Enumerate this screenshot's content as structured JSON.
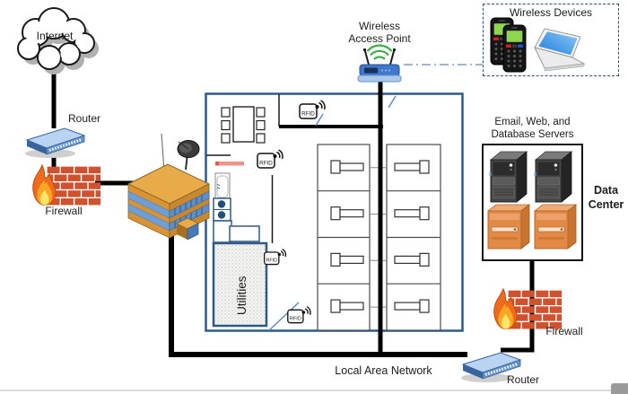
{
  "diagram": {
    "internet": {
      "label": "Internet"
    },
    "router_top": {
      "label": "Router"
    },
    "firewall_left": {
      "label": "Firewall"
    },
    "access_point": {
      "label_line1": "Wireless",
      "label_line2": "Access Point"
    },
    "wireless_devices": {
      "title": "Wireless Devices"
    },
    "data_center": {
      "caption_line1": "Email, Web, and",
      "caption_line2": "Database Servers",
      "label_line1": "Data",
      "label_line2": "Center"
    },
    "firewall_right": {
      "label": "Firewall"
    },
    "router_bottom": {
      "label": "Router"
    },
    "lan": {
      "label": "Local Area Network"
    },
    "floorplan": {
      "utilities_label": "Utilities",
      "rfid_label": "RFID"
    }
  },
  "colors": {
    "wall_blue": "#2e5a88",
    "connection_line": "#000000",
    "dash_line": "#7f9ec9",
    "brick_red": "#d0512e",
    "flame_orange": "#ef6a1a",
    "router_blue": "#6592c8",
    "ap_green": "#3fae49",
    "building_orange": "#d89434",
    "phone_green": "#8ed64e",
    "laptop_blue": "#2f8fe8",
    "server_gray": "#464646",
    "cabinet_orange": "#e08a45",
    "red_bar": "#f2918a"
  }
}
